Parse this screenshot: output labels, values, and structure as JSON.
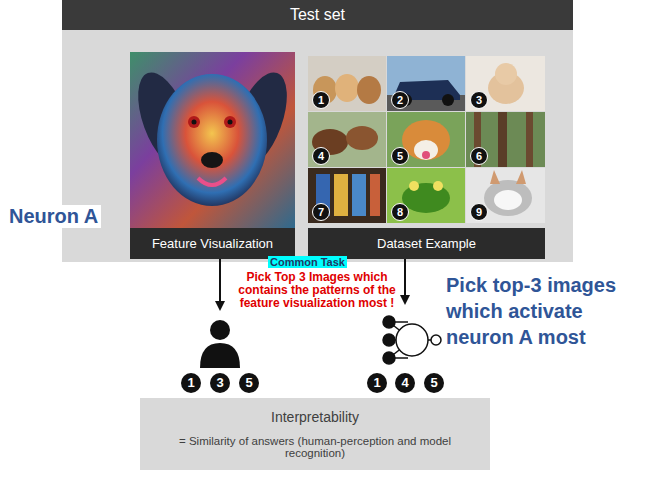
{
  "diagram": {
    "nodes": [
      {
        "text": [
          "Test set"
        ]
      },
      {
        "text": [
          "Feature Visualization"
        ],
        "in": 0
      },
      {
        "text": [
          "Dataset Example"
        ],
        "in": 0
      },
      {
        "text": [
          "Interpretability",
          "= Similarity of answers (human-perception and model recognition)"
        ]
      }
    ],
    "labels": [
      "Neuron A",
      "1",
      "2",
      "3",
      "4",
      "5",
      "6",
      "7",
      "8",
      "9",
      "Common Task",
      "Pick Top 3 Images which contains the patterns of the feature visualization most !",
      "Pick top-3 images which activate neuron A most",
      "1",
      "3",
      "5",
      "1",
      "4",
      "5"
    ]
  }
}
